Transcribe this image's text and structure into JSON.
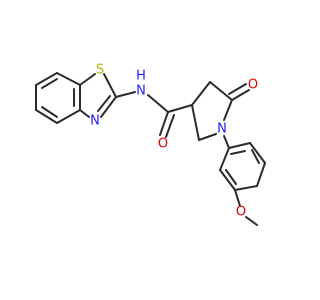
{
  "atom_labels": {
    "S": "S",
    "N_thiazole": "N",
    "NH_N": "N",
    "NH_H": "H",
    "O_amide": "O",
    "N_ring": "N",
    "O_lactam": "O",
    "O_methoxy": "O"
  },
  "colors": {
    "bond": "#2b2b2b",
    "S": "#b3b300",
    "N": "#2020ff",
    "O": "#e00000"
  }
}
